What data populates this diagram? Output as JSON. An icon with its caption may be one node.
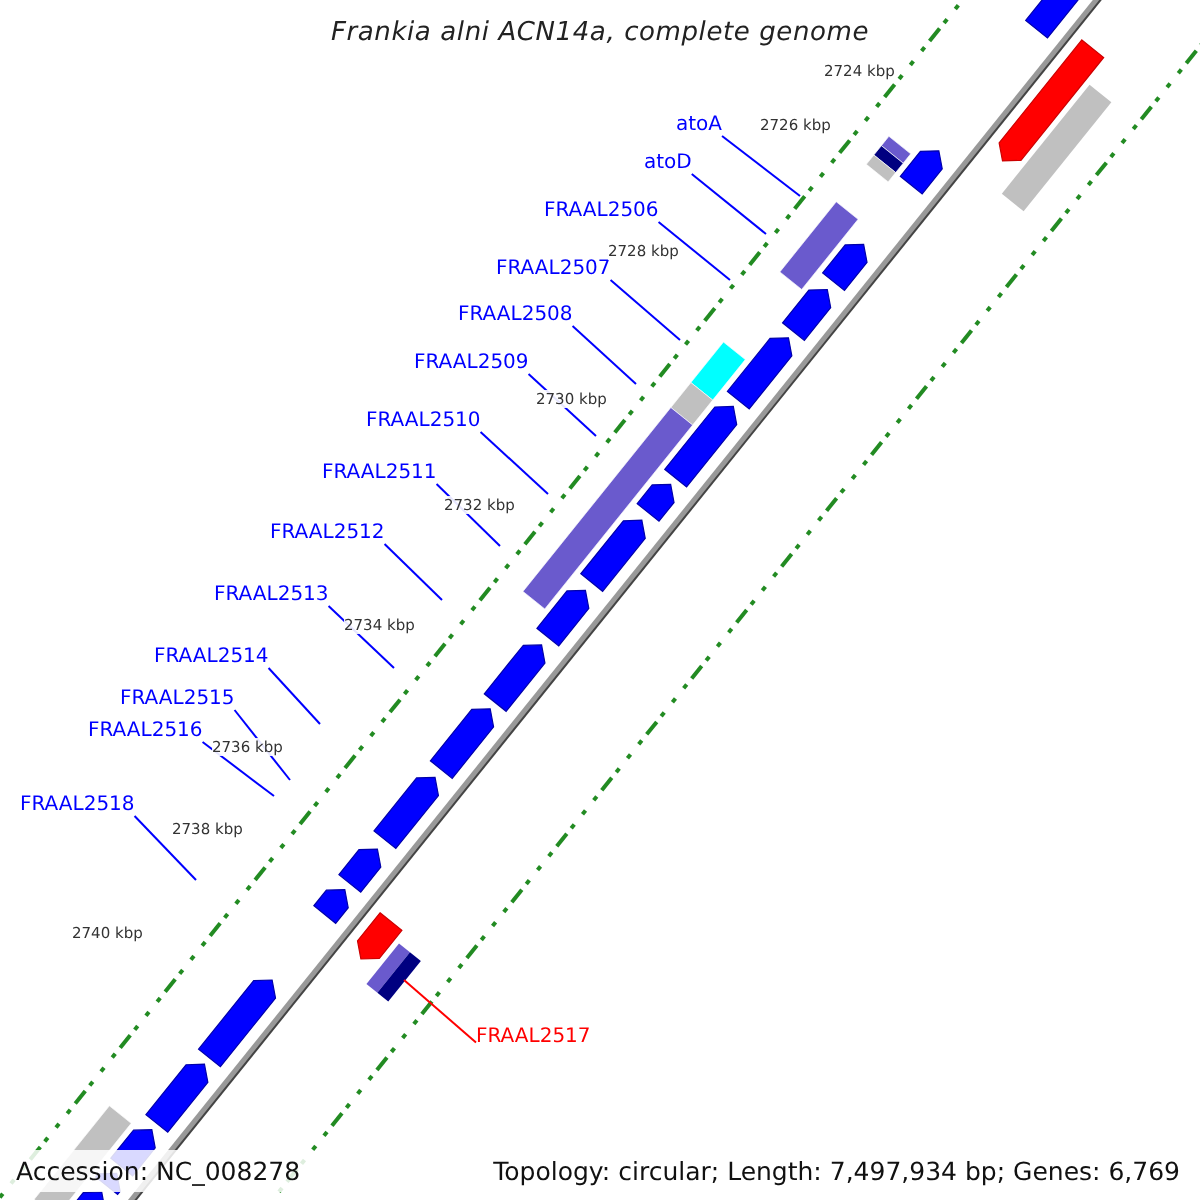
{
  "diagram": {
    "title": "Frankia alni ACN14a, complete genome",
    "nodes": [
      {
        "text": [
          "atoA"
        ]
      },
      {
        "text": [
          "atoD"
        ]
      },
      {
        "text": [
          "FRAAL2506"
        ]
      },
      {
        "text": [
          "FRAAL2507"
        ]
      },
      {
        "text": [
          "FRAAL2508"
        ]
      },
      {
        "text": [
          "FRAAL2509"
        ]
      },
      {
        "text": [
          "FRAAL2510"
        ]
      },
      {
        "text": [
          "FRAAL2511"
        ]
      },
      {
        "text": [
          "FRAAL2512"
        ]
      },
      {
        "text": [
          "FRAAL2513"
        ]
      },
      {
        "text": [
          "FRAAL2514"
        ]
      },
      {
        "text": [
          "FRAAL2515"
        ]
      },
      {
        "text": [
          "FRAAL2516"
        ]
      },
      {
        "text": [
          "FRAAL2518"
        ]
      },
      {
        "text": [
          "FRAAL2517"
        ]
      }
    ],
    "edges": [
      {
        "from": 0,
        "to": null,
        "arrow": "none"
      },
      {
        "from": 1,
        "to": null,
        "arrow": "none"
      },
      {
        "from": 2,
        "to": null,
        "arrow": "none"
      },
      {
        "from": 3,
        "to": null,
        "arrow": "none"
      },
      {
        "from": 4,
        "to": null,
        "arrow": "none"
      },
      {
        "from": 5,
        "to": null,
        "arrow": "none"
      },
      {
        "from": 6,
        "to": null,
        "arrow": "none"
      },
      {
        "from": 7,
        "to": null,
        "arrow": "none"
      },
      {
        "from": 8,
        "to": null,
        "arrow": "none"
      },
      {
        "from": 9,
        "to": null,
        "arrow": "none"
      },
      {
        "from": 10,
        "to": null,
        "arrow": "none"
      },
      {
        "from": 11,
        "to": null,
        "arrow": "none"
      },
      {
        "from": 12,
        "to": null,
        "arrow": "none"
      },
      {
        "from": 13,
        "to": null,
        "arrow": "none"
      },
      {
        "from": 14,
        "to": null,
        "arrow": "none",
        "color": "#ff0000"
      }
    ],
    "labels": [
      "2724 kbp",
      "2726 kbp",
      "2728 kbp",
      "2730 kbp",
      "2732 kbp",
      "2734 kbp",
      "2736 kbp",
      "2738 kbp",
      "2740 kbp",
      "Accession: NC_008278",
      "Topology: circular; Length: 7,497,934 bp; Genes: 6,769"
    ]
  }
}
